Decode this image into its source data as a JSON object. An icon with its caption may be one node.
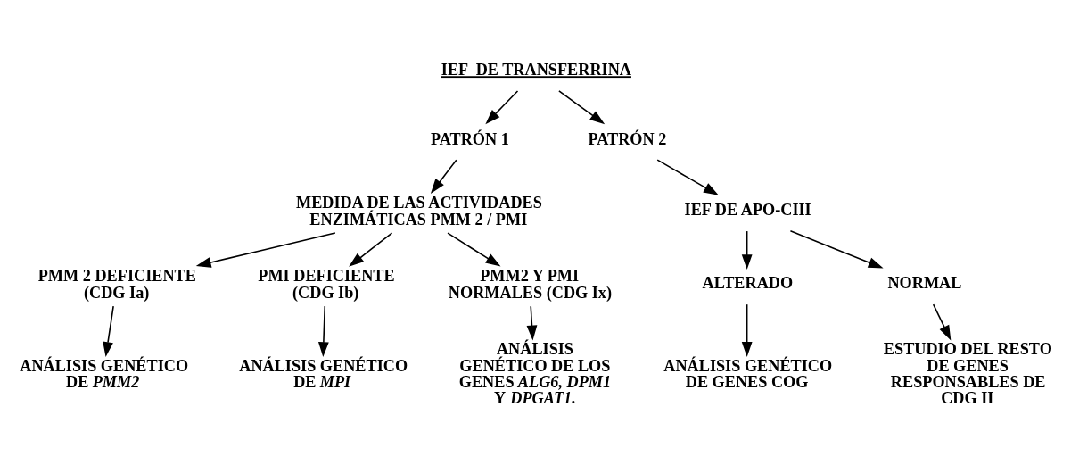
{
  "diagram": {
    "nodes": [
      {
        "text": [
          "IEF  DE TRANSFERRINA"
        ]
      },
      {
        "text": [
          "PATRÓN 1"
        ]
      },
      {
        "text": [
          "PATRÓN 2"
        ]
      },
      {
        "text": [
          "MEDIDA DE LAS ACTIVIDADES ENZIMÁTICAS PMM 2 / PMI"
        ]
      },
      {
        "text": [
          "PMM 2 DEFICIENTE (CDG Ia)"
        ]
      },
      {
        "text": [
          "PMI DEFICIENTE (CDG Ib)"
        ]
      },
      {
        "text": [
          "PMM2 Y PMI NORMALES (CDG Ix)"
        ]
      },
      {
        "text": [
          "ANÁLISIS GENÉTICO DE *PMM2*"
        ]
      },
      {
        "text": [
          "ANÁLISIS GENÉTICO DE *MPI*"
        ]
      },
      {
        "text": [
          "ANÁLISIS GENÉTICO DE LOS GENES *ALG6, DPM1* Y *DPGAT1.*"
        ]
      },
      {
        "text": [
          "IEF DE APO-CIII"
        ]
      },
      {
        "text": [
          "ALTERADO"
        ]
      },
      {
        "text": [
          "NORMAL"
        ]
      },
      {
        "text": [
          "ANÁLISIS GENÉTICO DE GENES COG"
        ]
      },
      {
        "text": [
          "ESTUDIO DEL RESTO DE GENES RESPONSABLES DE CDG II"
        ]
      }
    ],
    "edges": [
      {
        "from": 0,
        "to": 1,
        "arrow": "to"
      },
      {
        "from": 0,
        "to": 2,
        "arrow": "to"
      },
      {
        "from": 1,
        "to": 3,
        "arrow": "to"
      },
      {
        "from": 3,
        "to": 4,
        "arrow": "to"
      },
      {
        "from": 3,
        "to": 5,
        "arrow": "to"
      },
      {
        "from": 3,
        "to": 6,
        "arrow": "to"
      },
      {
        "from": 4,
        "to": 7,
        "arrow": "to"
      },
      {
        "from": 5,
        "to": 8,
        "arrow": "to"
      },
      {
        "from": 6,
        "to": 9,
        "arrow": "to"
      },
      {
        "from": 2,
        "to": 10,
        "arrow": "to"
      },
      {
        "from": 10,
        "to": 11,
        "arrow": "to"
      },
      {
        "from": 10,
        "to": 12,
        "arrow": "to"
      },
      {
        "from": 11,
        "to": 13,
        "arrow": "to"
      },
      {
        "from": 12,
        "to": 14,
        "arrow": "to"
      }
    ]
  }
}
